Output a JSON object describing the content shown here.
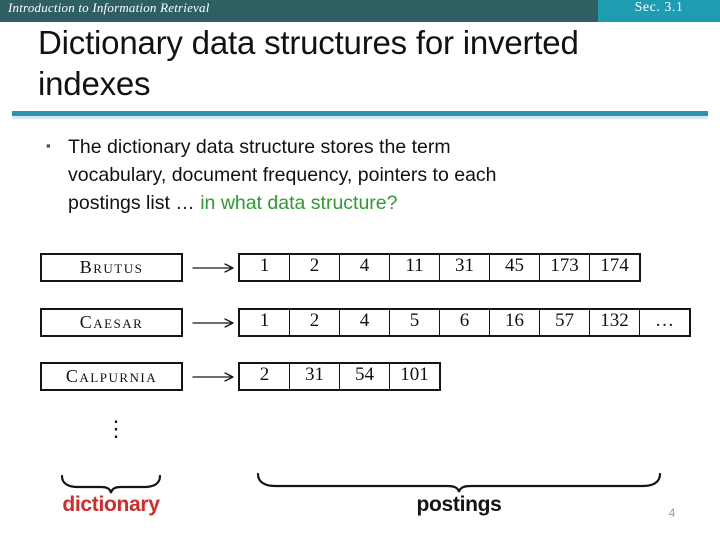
{
  "header": {
    "course_title": "Introduction to Information Retrieval",
    "section_label": "Sec. 3.1"
  },
  "title": {
    "line1": "Dictionary data structures for inverted",
    "line2": "indexes"
  },
  "bullet": {
    "marker": "▪",
    "line1": "The dictionary data structure stores the term",
    "line2": "vocabulary, document frequency, pointers to each",
    "line3_plain": "postings list … ",
    "line3_highlight": "in what data structure?"
  },
  "diagram": {
    "rows": [
      {
        "term": "Brutus",
        "postings": [
          "1",
          "2",
          "4",
          "11",
          "31",
          "45",
          "173",
          "174"
        ]
      },
      {
        "term": "Caesar",
        "postings": [
          "1",
          "2",
          "4",
          "5",
          "6",
          "16",
          "57",
          "132",
          "…"
        ]
      },
      {
        "term": "Calpurnia",
        "postings": [
          "2",
          "31",
          "54",
          "101"
        ]
      }
    ],
    "vertical_ellipsis": "⋮",
    "dictionary_label": "dictionary",
    "postings_label": "postings"
  },
  "footer": {
    "page_number": "4"
  },
  "colors": {
    "top_bar": "#2d5f63",
    "section_badge": "#1e9cb2",
    "divider": "#2a96b0",
    "highlight_green": "#2e9b2e",
    "dictionary_red": "#d22b2b",
    "page_number_gray": "#9b9b9b"
  }
}
